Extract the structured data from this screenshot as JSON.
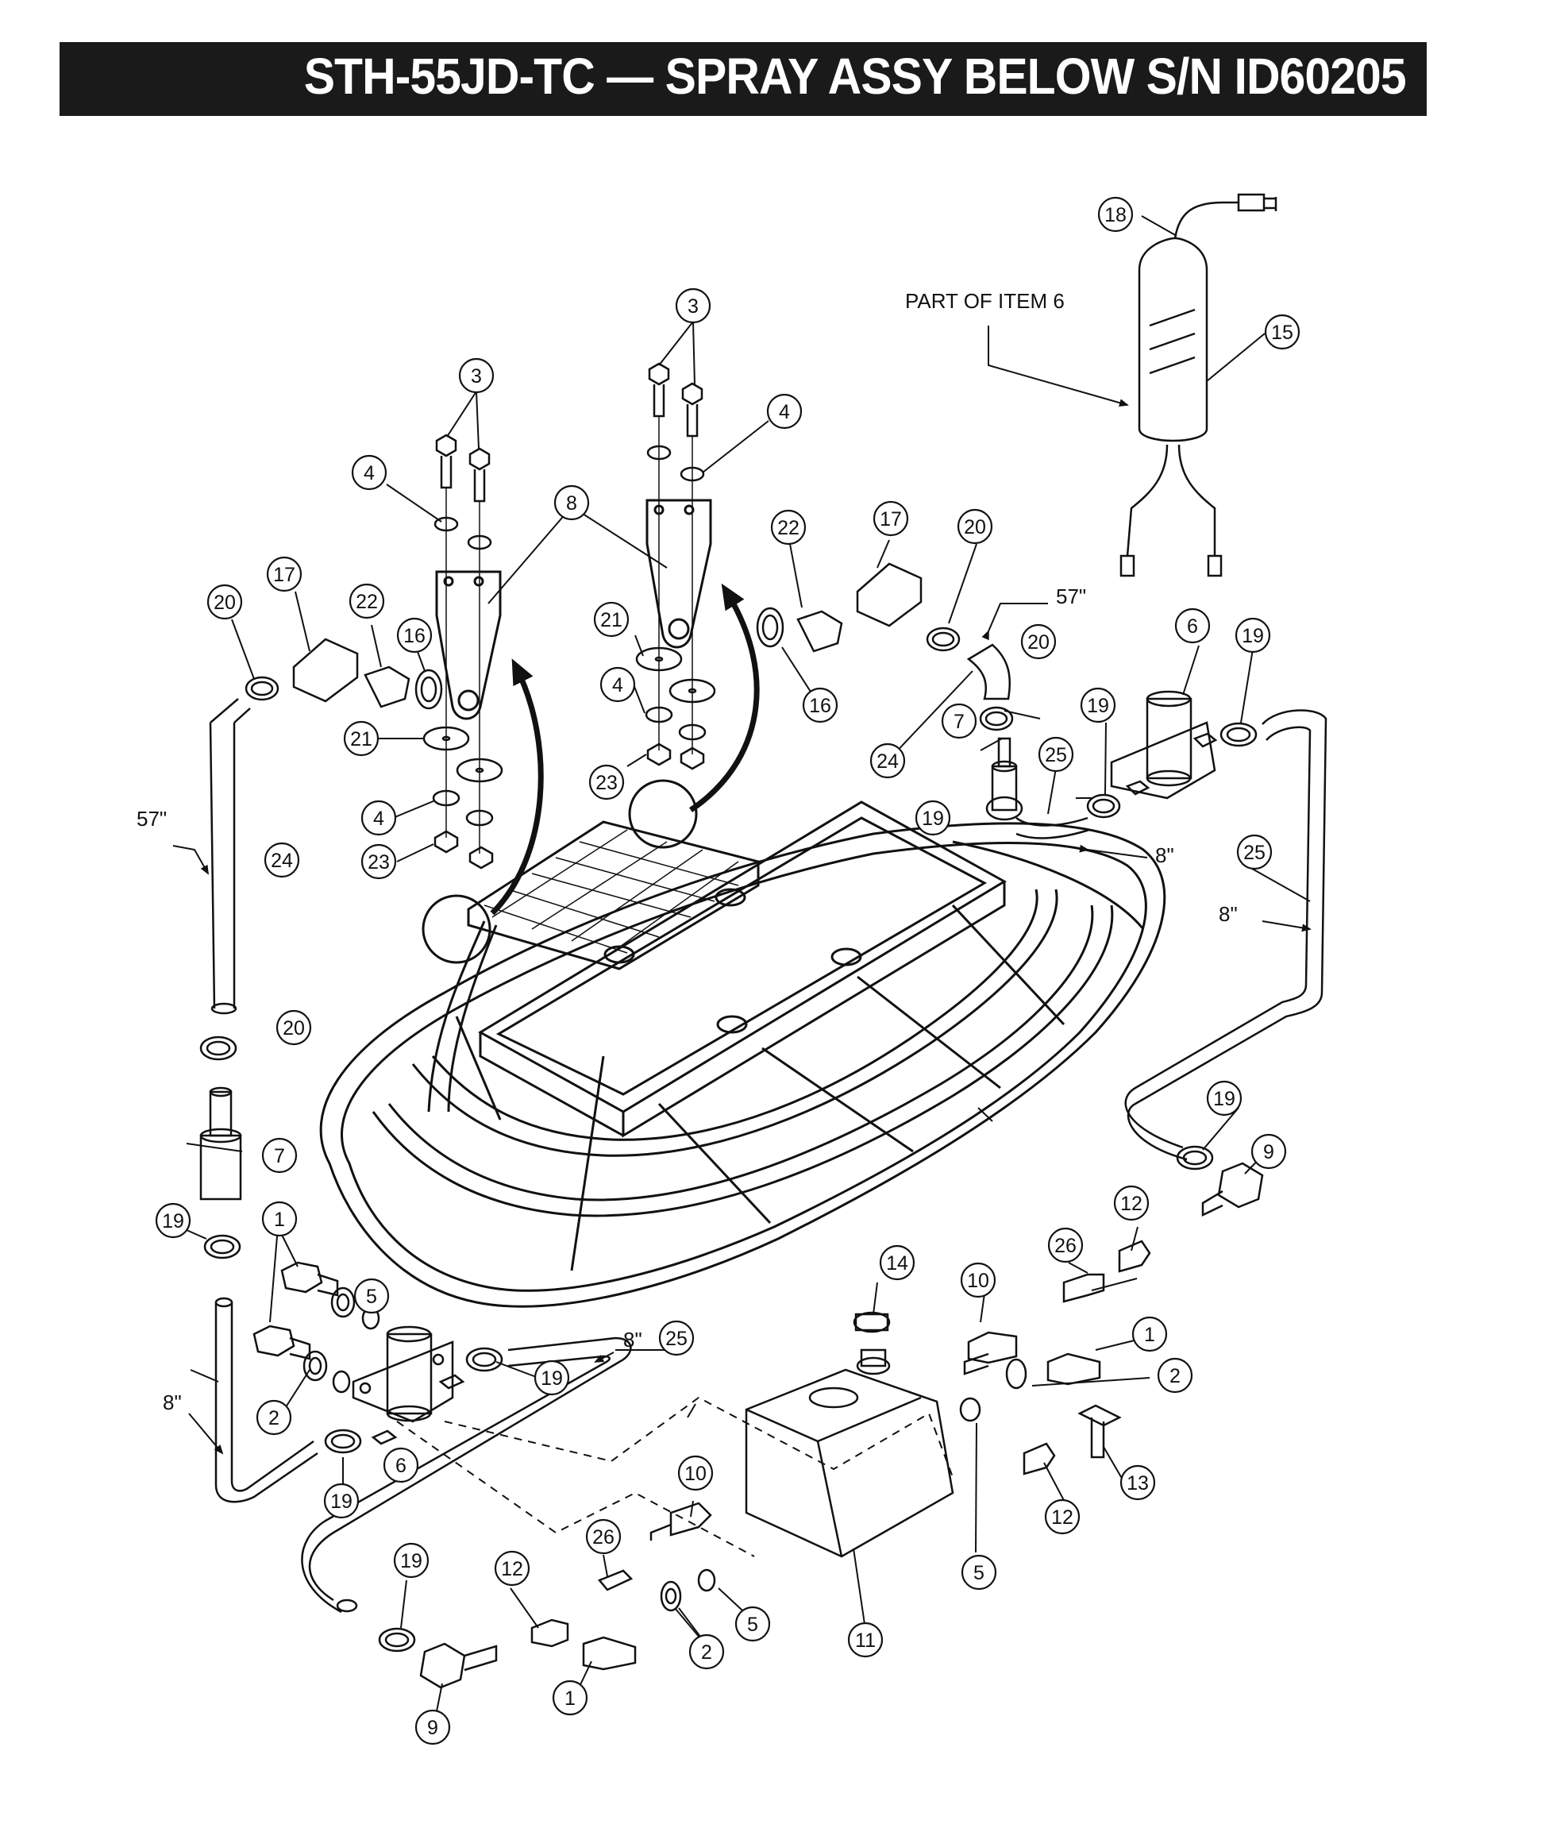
{
  "header": {
    "title": "STH-55JD-TC — SPRAY ASSY BELOW S/N ID60205"
  },
  "notes": {
    "part_of_item": "PART OF ITEM 6",
    "len_57_right": "57\"",
    "len_57_left": "57\"",
    "len_8_a": "8\"",
    "len_8_b": "8\"",
    "len_8_c": "8\"",
    "len_8_d": "8\""
  },
  "callouts": [
    {
      "id": "c3a",
      "n": "3"
    },
    {
      "id": "c3b",
      "n": "3"
    },
    {
      "id": "c4a",
      "n": "4"
    },
    {
      "id": "c4b",
      "n": "4"
    },
    {
      "id": "c4c",
      "n": "4"
    },
    {
      "id": "c4d",
      "n": "4"
    },
    {
      "id": "c8",
      "n": "8"
    },
    {
      "id": "c17a",
      "n": "17"
    },
    {
      "id": "c17b",
      "n": "17"
    },
    {
      "id": "c20a",
      "n": "20"
    },
    {
      "id": "c20b",
      "n": "20"
    },
    {
      "id": "c20c",
      "n": "20"
    },
    {
      "id": "c20d",
      "n": "20"
    },
    {
      "id": "c22a",
      "n": "22"
    },
    {
      "id": "c22b",
      "n": "22"
    },
    {
      "id": "c16a",
      "n": "16"
    },
    {
      "id": "c16b",
      "n": "16"
    },
    {
      "id": "c21a",
      "n": "21"
    },
    {
      "id": "c21b",
      "n": "21"
    },
    {
      "id": "c23a",
      "n": "23"
    },
    {
      "id": "c23b",
      "n": "23"
    },
    {
      "id": "c24a",
      "n": "24"
    },
    {
      "id": "c24b",
      "n": "24"
    },
    {
      "id": "c7a",
      "n": "7"
    },
    {
      "id": "c7b",
      "n": "7"
    },
    {
      "id": "c6a",
      "n": "6"
    },
    {
      "id": "c6b",
      "n": "6"
    },
    {
      "id": "c19a",
      "n": "19"
    },
    {
      "id": "c19b",
      "n": "19"
    },
    {
      "id": "c19c",
      "n": "19"
    },
    {
      "id": "c19d",
      "n": "19"
    },
    {
      "id": "c19e",
      "n": "19"
    },
    {
      "id": "c19f",
      "n": "19"
    },
    {
      "id": "c19g",
      "n": "19"
    },
    {
      "id": "c19h",
      "n": "19"
    },
    {
      "id": "c25a",
      "n": "25"
    },
    {
      "id": "c25b",
      "n": "25"
    },
    {
      "id": "c25c",
      "n": "25"
    },
    {
      "id": "c18",
      "n": "18"
    },
    {
      "id": "c15",
      "n": "15"
    },
    {
      "id": "c9a",
      "n": "9"
    },
    {
      "id": "c9b",
      "n": "9"
    },
    {
      "id": "c12a",
      "n": "12"
    },
    {
      "id": "c12b",
      "n": "12"
    },
    {
      "id": "c12c",
      "n": "12"
    },
    {
      "id": "c26a",
      "n": "26"
    },
    {
      "id": "c26b",
      "n": "26"
    },
    {
      "id": "c10a",
      "n": "10"
    },
    {
      "id": "c10b",
      "n": "10"
    },
    {
      "id": "c14",
      "n": "14"
    },
    {
      "id": "c1a",
      "n": "1"
    },
    {
      "id": "c1b",
      "n": "1"
    },
    {
      "id": "c1c",
      "n": "1"
    },
    {
      "id": "c2a",
      "n": "2"
    },
    {
      "id": "c2b",
      "n": "2"
    },
    {
      "id": "c2c",
      "n": "2"
    },
    {
      "id": "c5a",
      "n": "5"
    },
    {
      "id": "c5b",
      "n": "5"
    },
    {
      "id": "c5c",
      "n": "5"
    },
    {
      "id": "c13",
      "n": "13"
    },
    {
      "id": "c11",
      "n": "11"
    }
  ]
}
